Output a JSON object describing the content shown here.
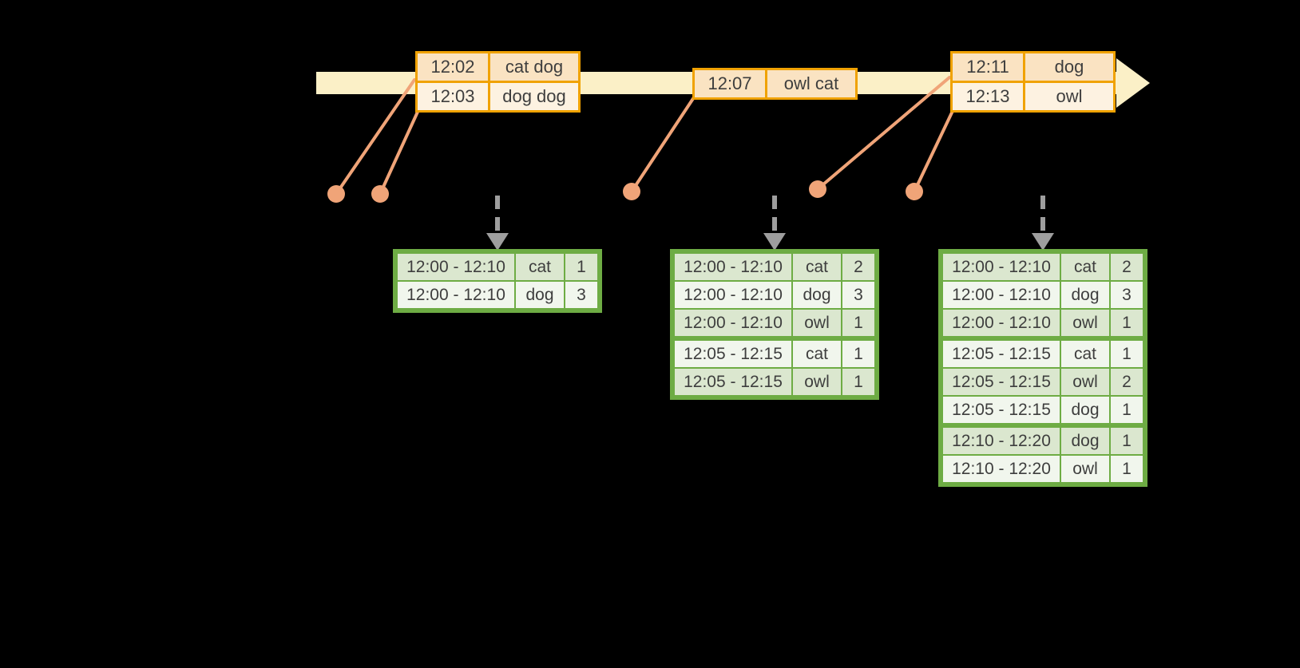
{
  "diagram_title": "windowed-stream-aggregation-diagram",
  "colors": {
    "background": "#000000",
    "timeline_band": "#fbf0c7",
    "event_table_border": "#f0a202",
    "event_row_dark": "#fae3c2",
    "event_row_light": "#fdf2e1",
    "event_connector": "#f0a478",
    "trigger_arrow": "#9e9e9e",
    "result_table_border": "#6eac44",
    "result_row_dark": "#dbe7cf",
    "result_row_light": "#f1f6ed",
    "text": "#3e3e3e"
  },
  "event_tables": [
    {
      "rows": [
        {
          "time": "12:02",
          "words": "cat dog"
        },
        {
          "time": "12:03",
          "words": "dog dog"
        }
      ]
    },
    {
      "rows": [
        {
          "time": "12:07",
          "words": "owl cat"
        }
      ]
    },
    {
      "rows": [
        {
          "time": "12:11",
          "words": "dog"
        },
        {
          "time": "12:13",
          "words": "owl"
        }
      ]
    }
  ],
  "result_tables": [
    {
      "rows": [
        {
          "window": "12:00 - 12:10",
          "word": "cat",
          "count": "1"
        },
        {
          "window": "12:00 - 12:10",
          "word": "dog",
          "count": "3"
        }
      ]
    },
    {
      "rows": [
        {
          "window": "12:00 - 12:10",
          "word": "cat",
          "count": "2"
        },
        {
          "window": "12:00 - 12:10",
          "word": "dog",
          "count": "3"
        },
        {
          "window": "12:00 - 12:10",
          "word": "owl",
          "count": "1"
        },
        {
          "window": "12:05 - 12:15",
          "word": "cat",
          "count": "1"
        },
        {
          "window": "12:05 - 12:15",
          "word": "owl",
          "count": "1"
        }
      ]
    },
    {
      "rows": [
        {
          "window": "12:00 - 12:10",
          "word": "cat",
          "count": "2"
        },
        {
          "window": "12:00 - 12:10",
          "word": "dog",
          "count": "3"
        },
        {
          "window": "12:00 - 12:10",
          "word": "owl",
          "count": "1"
        },
        {
          "window": "12:05 - 12:15",
          "word": "cat",
          "count": "1"
        },
        {
          "window": "12:05 - 12:15",
          "word": "owl",
          "count": "2"
        },
        {
          "window": "12:05 - 12:15",
          "word": "dog",
          "count": "1"
        },
        {
          "window": "12:10 - 12:20",
          "word": "dog",
          "count": "1"
        },
        {
          "window": "12:10 - 12:20",
          "word": "owl",
          "count": "1"
        }
      ]
    }
  ]
}
